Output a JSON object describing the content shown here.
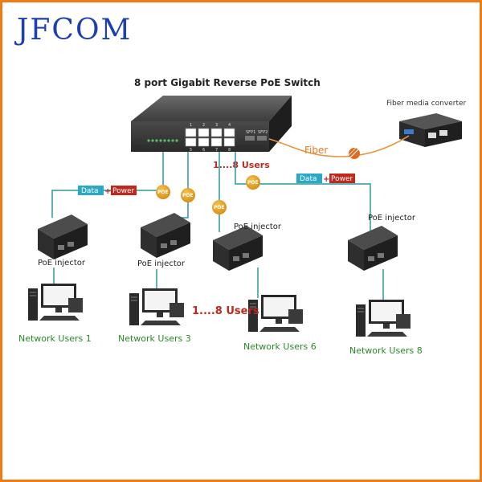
{
  "brand": "JFCOM",
  "switch": {
    "title": "8 port Gigabit Reverse PoE Switch",
    "port_numbers_top": [
      "1",
      "2",
      "3",
      "4"
    ],
    "port_numbers_bottom": [
      "5",
      "6",
      "7",
      "8"
    ],
    "sfp1": "SFP1",
    "sfp2": "SFP2"
  },
  "fiber": {
    "label": "Fiber",
    "converter_label": "Fiber media converter"
  },
  "users_range_top": "1....8 Users",
  "users_range_mid": "1....8 Users",
  "tags": {
    "data": "Data",
    "plus": "+",
    "power": "Power",
    "poe": "POE"
  },
  "injectors": {
    "left": "PoE injector",
    "second": "PoE injector",
    "middle": "PoE injector",
    "right": "PoE injector"
  },
  "users": {
    "u1": "Network Users 1",
    "u3": "Network Users 3",
    "u6": "Network Users 6",
    "u8": "Network Users 8"
  },
  "colors": {
    "border": "#f07a14",
    "brand": "#1e3fb0",
    "link": "#2a9aa0",
    "poe_badge": "#e8a21e",
    "power_tag": "#c0281e",
    "data_tag": "#29a9c7",
    "user_text": "#2a8a2a"
  }
}
